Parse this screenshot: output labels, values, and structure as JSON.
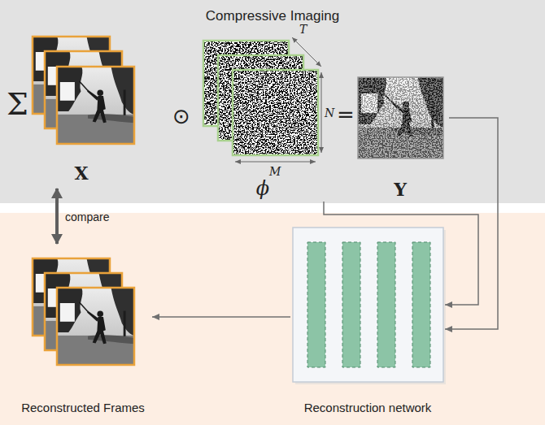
{
  "diagram": {
    "nodes": [
      {
        "text": [
          "Compressive Imaging"
        ]
      },
      {
        "text": [
          "X"
        ],
        "in": 0
      },
      {
        "text": [
          "ϕ"
        ],
        "in": 0
      },
      {
        "text": [
          "Y"
        ],
        "in": 0
      },
      {
        "text": [
          "Reconstructed Frames"
        ]
      },
      {
        "text": [
          "Reconstruction network"
        ]
      }
    ],
    "edges": [
      {
        "from": 2,
        "to": 5,
        "arrow": "to"
      },
      {
        "from": 3,
        "to": 5,
        "arrow": "to"
      },
      {
        "from": 5,
        "to": 4,
        "arrow": "to"
      },
      {
        "from": 1,
        "to": 4,
        "label": "compare",
        "arrow": "both"
      }
    ],
    "labels": [
      "Σ",
      "⊙",
      "T",
      "N",
      "M",
      "="
    ]
  }
}
